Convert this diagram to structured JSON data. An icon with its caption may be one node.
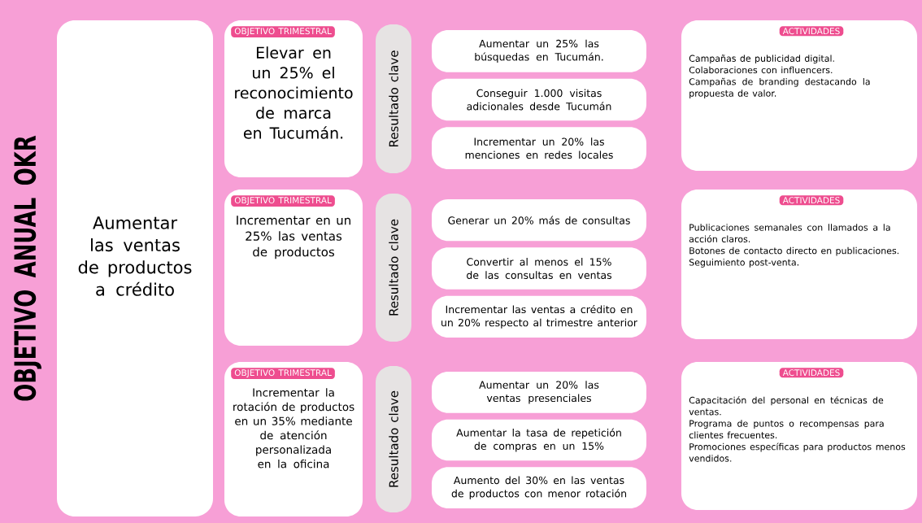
{
  "diagram": {
    "title": "OBJETIVO ANUAL OKR",
    "nodes": [
      {
        "text": [
          "Aumentar las ventas de productos a crédito"
        ]
      },
      {
        "text": [
          "OBJETIVO TRIMESTRAL",
          "Elevar en un 25% el reconocimiento de marca en Tucumán."
        ]
      },
      {
        "text": [
          "Resultado clave"
        ]
      },
      {
        "text": [
          "Aumentar un 25% las búsquedas en Tucumán."
        ]
      },
      {
        "text": [
          "Conseguir 1.000 visitas adicionales desde Tucumán"
        ]
      },
      {
        "text": [
          "Incrementar un 20% las menciones en redes locales"
        ]
      },
      {
        "text": [
          "ACTIVIDADES",
          "Campañas de publicidad digital.",
          "Colaboraciones con influencers.",
          "Campañas de branding destacando la propuesta de valor."
        ]
      },
      {
        "text": [
          "OBJETIVO TRIMESTRAL",
          "Incrementar en un 25% las ventas de productos"
        ]
      },
      {
        "text": [
          "Resultado clave"
        ]
      },
      {
        "text": [
          "Generar un 20% más de consultas"
        ]
      },
      {
        "text": [
          "Convertir al menos el 15% de las consultas en ventas"
        ]
      },
      {
        "text": [
          "Incrementar las ventas a crédito en un 20% respecto al trimestre anterior"
        ]
      },
      {
        "text": [
          "ACTIVIDADES",
          "Publicaciones semanales con llamados a la acción claros.",
          "Botones de contacto directo en publicaciones.",
          "Seguimiento post-venta."
        ]
      },
      {
        "text": [
          "OBJETIVO TRIMESTRAL",
          "Incrementar la rotación de productos en un 35% mediante de atención personalizada en la oficina"
        ]
      },
      {
        "text": [
          "Resultado clave"
        ]
      },
      {
        "text": [
          "Aumentar un 20% las ventas presenciales"
        ]
      },
      {
        "text": [
          "Aumentar la tasa de repetición de compras en un 15%"
        ]
      },
      {
        "text": [
          "Aumento del 30% en las ventas de productos con menor rotación"
        ]
      },
      {
        "text": [
          "ACTIVIDADES",
          "Capacitación del personal en técnicas de ventas.",
          "Programa de puntos o recompensas para clientes frecuentes.",
          "Promociones específicas para productos menos vendidos."
        ]
      }
    ]
  }
}
